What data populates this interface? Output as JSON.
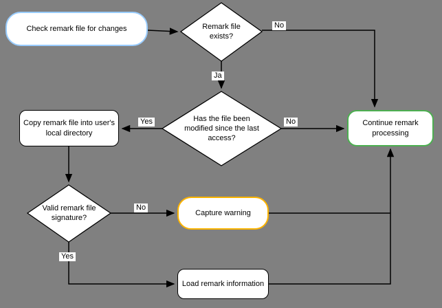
{
  "diagram": {
    "type": "flowchart",
    "colors": {
      "background": "#808080",
      "node_fill": "#ffffff",
      "connector": "#000000",
      "start_border": "#99ccff",
      "end_border": "#4caf50",
      "warning_border": "#ffb400",
      "default_border": "#000000"
    },
    "nodes": {
      "check_remark": {
        "label": "Check remark file for changes",
        "shape": "rounded"
      },
      "remark_exists": {
        "label": "Remark file\nexists?",
        "shape": "decision"
      },
      "modified": {
        "label": "Has the file been\nmodified since the last\naccess?",
        "shape": "decision"
      },
      "copy_remark": {
        "label": "Copy remark file into user's\nlocal directory",
        "shape": "rounded"
      },
      "continue": {
        "label": "Continue remark\nprocessing",
        "shape": "rounded"
      },
      "valid_signature": {
        "label": "Valid remark file\nsignature?",
        "shape": "decision"
      },
      "capture_warning": {
        "label": "Capture warning",
        "shape": "rounded"
      },
      "load_remark": {
        "label": "Load remark information",
        "shape": "rounded"
      }
    },
    "edge_labels": {
      "exists_no": "No",
      "exists_ja": "Ja",
      "modified_yes": "Yes",
      "modified_no": "No",
      "signature_no": "No",
      "signature_yes": "Yes"
    }
  }
}
